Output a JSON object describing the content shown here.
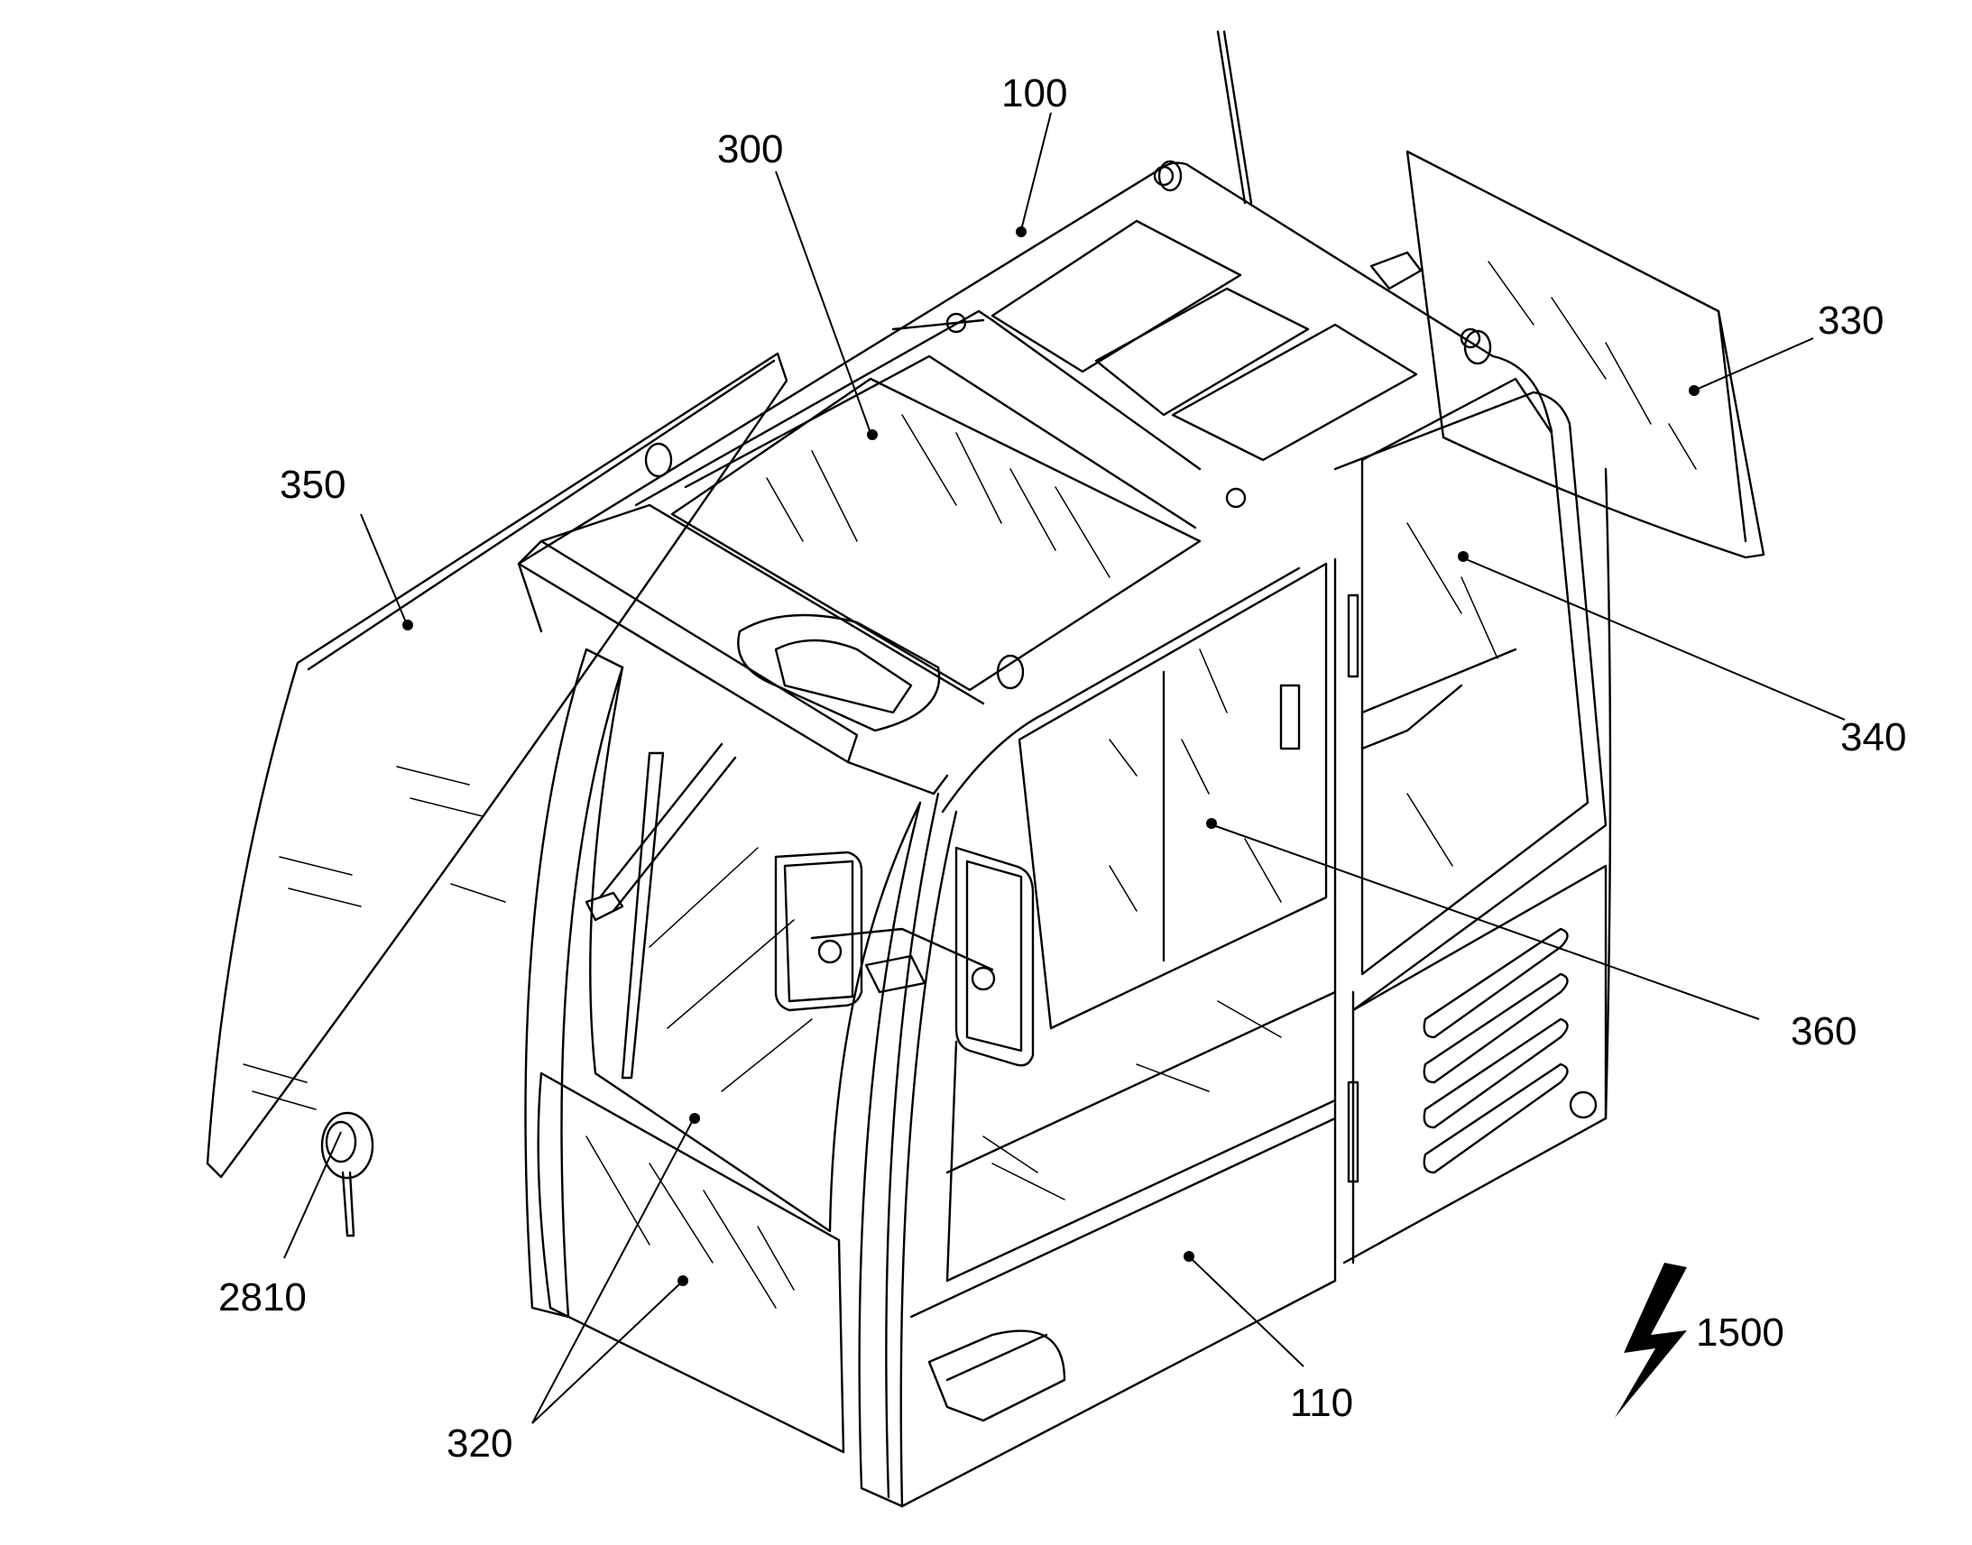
{
  "labels": {
    "l100": "100",
    "l300": "300",
    "l330": "330",
    "l350": "350",
    "l340": "340",
    "l360": "360",
    "l2810": "2810",
    "l320": "320",
    "l110": "110",
    "l1500": "1500"
  }
}
